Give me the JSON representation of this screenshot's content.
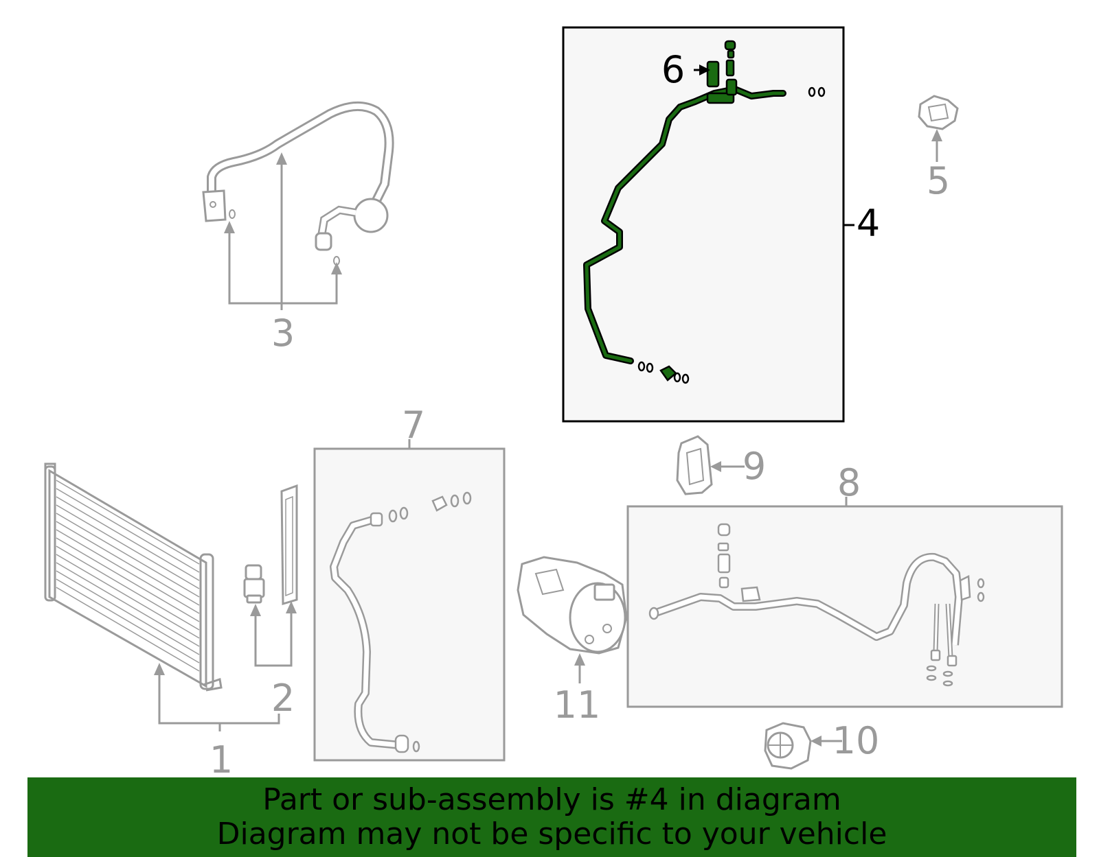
{
  "callouts": {
    "c1": "1",
    "c2": "2",
    "c3": "3",
    "c4": "4",
    "c5": "5",
    "c6": "6",
    "c7": "7",
    "c8": "8",
    "c9": "9",
    "c10": "10",
    "c11": "11"
  },
  "highlight_part": "4",
  "colors": {
    "highlight_part": "#1a6b12",
    "banner_background": "#1a6b12",
    "part_outline": "#9a9a9a",
    "box_fill": "#f7f7f7"
  },
  "banner": {
    "line1": "Part or sub-assembly is #4 in diagram",
    "line2": "Diagram may not be specific to your vehicle"
  }
}
